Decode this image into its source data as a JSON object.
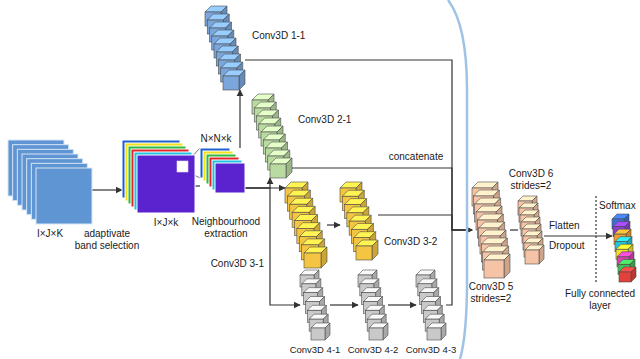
{
  "diagram": {
    "nodes": [
      {
        "text": [
          "I×J×K"
        ]
      },
      {
        "text": [
          "I×J×k"
        ]
      },
      {
        "text": [
          "N×N×k"
        ]
      },
      {
        "text": [
          "Conv3D 1-1"
        ]
      },
      {
        "text": [
          "Conv3D 2-1"
        ]
      },
      {
        "text": [
          "Conv3D 3-1"
        ]
      },
      {
        "text": [
          "Conv3D 3-2"
        ]
      },
      {
        "text": [
          "Conv3D 4-1"
        ]
      },
      {
        "text": [
          "Conv3D 4-2"
        ]
      },
      {
        "text": [
          "Conv3D 4-3"
        ]
      },
      {
        "text": [
          "Conv3D 5",
          "strides=2"
        ]
      },
      {
        "text": [
          "Conv3D 6",
          "strides=2"
        ]
      },
      {
        "text": [
          "Fully connected layer"
        ]
      }
    ],
    "edges": [
      {
        "from": 0,
        "to": 1,
        "label": "adaptivate band selection",
        "arrow": "to"
      },
      {
        "from": 1,
        "to": 2,
        "label": "Neighbourhood extraction",
        "arrow": "none"
      },
      {
        "from": 2,
        "to": 3,
        "arrow": "to"
      },
      {
        "from": 2,
        "to": 4,
        "arrow": "to"
      },
      {
        "from": 2,
        "to": 5,
        "arrow": "to"
      },
      {
        "from": 2,
        "to": 7,
        "arrow": "to"
      },
      {
        "from": 5,
        "to": 6,
        "arrow": "to"
      },
      {
        "from": 7,
        "to": 8,
        "arrow": "to"
      },
      {
        "from": 8,
        "to": 9,
        "arrow": "to"
      },
      {
        "from": 3,
        "to": 10,
        "arrow": "to"
      },
      {
        "from": 4,
        "to": 10,
        "label": "concatenate",
        "arrow": "to"
      },
      {
        "from": 6,
        "to": 10,
        "arrow": "to"
      },
      {
        "from": 9,
        "to": 10,
        "arrow": "to"
      },
      {
        "from": 10,
        "to": 11,
        "arrow": "none"
      },
      {
        "from": 11,
        "to": 12,
        "arrow": "to"
      }
    ],
    "labels": [
      "Flatten",
      "Dropout",
      "Softmax"
    ]
  }
}
